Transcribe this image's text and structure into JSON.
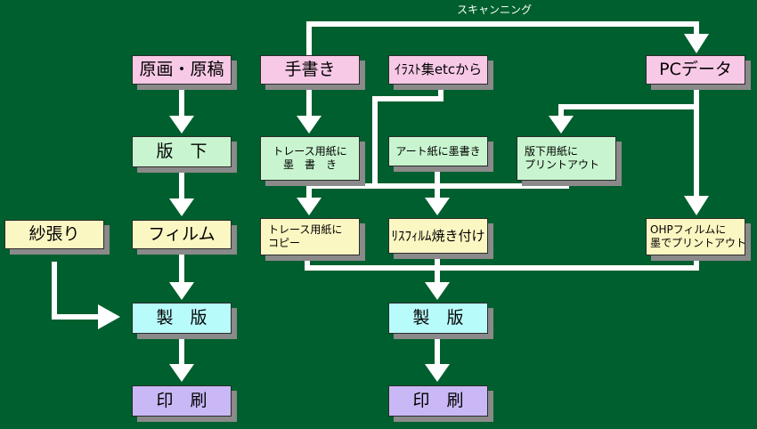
{
  "scan_label": "スキャンニング",
  "left_column": {
    "originals": "原画・原稿",
    "hanshita": "版　下",
    "film": "フィルム",
    "shahari": "紗張り",
    "seihan": "製　版",
    "insatsu": "印　刷"
  },
  "middle_column": {
    "tegaki": "手書き",
    "illust": "ｲﾗｽﾄ集etcから",
    "pc_data": "PCデータ",
    "trace_paper": "トレース用紙に\n墨　書　き",
    "art_paper": "アート紙に墨書き",
    "hanshita_paper": "版下用紙に\nプリントアウト",
    "trace_copy": "トレース用紙に\nコピー",
    "rifilm": "ﾘｽﾌｨﾙﾑ焼き付け",
    "ohp_film": "OHPフィルムに\n墨でプリントアウト",
    "seihan": "製　版",
    "insatsu": "印　刷"
  },
  "colors": {
    "background": "#005f2e",
    "line": "#ffffff",
    "pink": "#f7c9e6",
    "green": "#c8f5cf",
    "yellow": "#fbf7c2",
    "cyan": "#b8fbfb",
    "purple": "#c9b8f5"
  }
}
